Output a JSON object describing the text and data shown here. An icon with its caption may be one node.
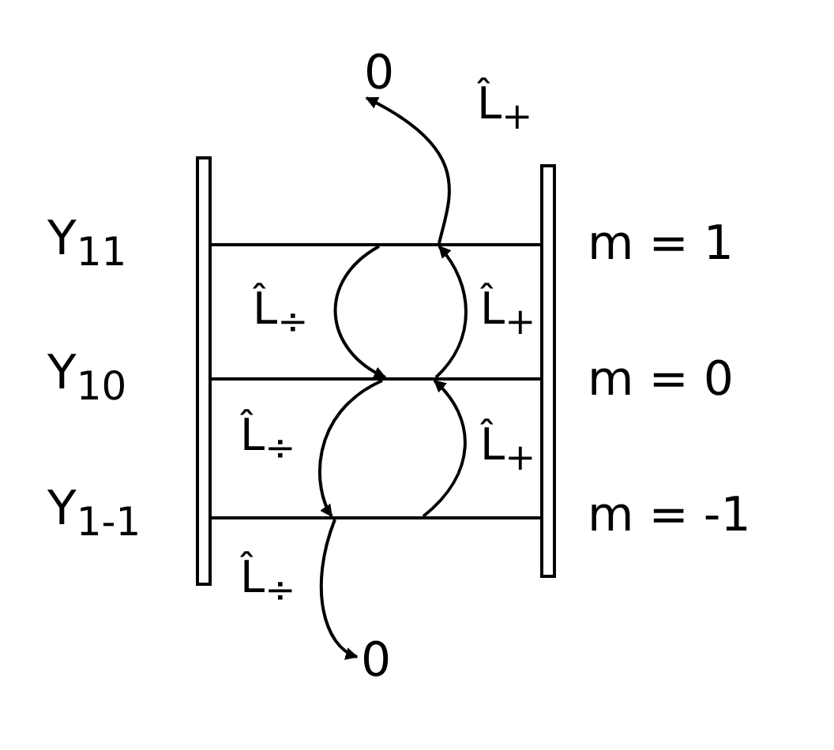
{
  "diagram": {
    "nodes": [
      {
        "text": [
          "0"
        ]
      },
      {
        "text": [],
        "shape": "bar"
      },
      {
        "text": [],
        "shape": "bar"
      },
      {
        "text": [],
        "shape": "bar"
      },
      {
        "text": [
          "0"
        ]
      }
    ],
    "edges": [
      {
        "from": 1,
        "to": 0,
        "arrow": "to",
        "label": "L̂$_{+}$"
      },
      {
        "from": 2,
        "to": 1,
        "arrow": "to",
        "label": "L̂$_{+}$"
      },
      {
        "from": 3,
        "to": 2,
        "arrow": "to",
        "label": "L̂$_{+}$"
      },
      {
        "from": 1,
        "to": 2,
        "arrow": "to",
        "label": "L̂$_{÷}$"
      },
      {
        "from": 2,
        "to": 3,
        "arrow": "to",
        "label": "L̂$_{÷}$"
      },
      {
        "from": 3,
        "to": 4,
        "arrow": "to",
        "label": "L̂$_{÷}$"
      }
    ],
    "labels": [
      "Y$_{11}$",
      "m = 1",
      "Y$_{10}$",
      "m = 0",
      "Y$_{1-1}$",
      "m = -1"
    ]
  }
}
